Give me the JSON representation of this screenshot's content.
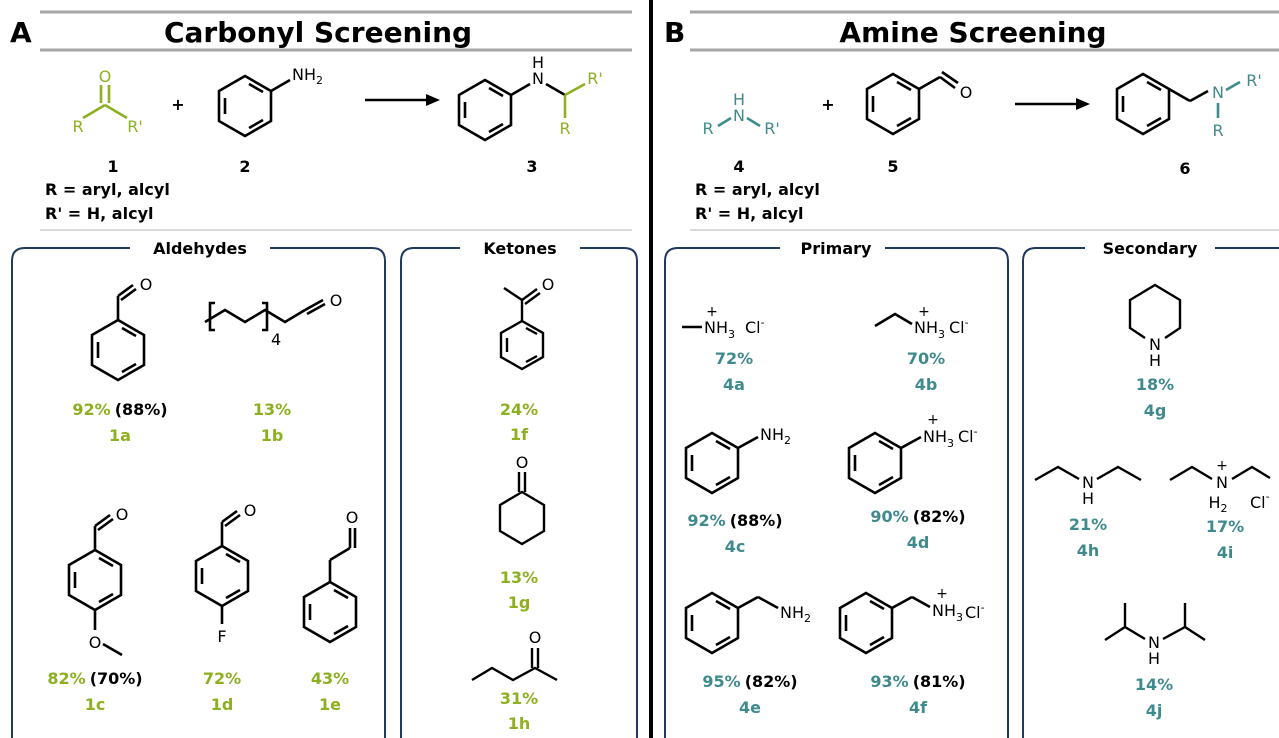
{
  "colors": {
    "green": "#8db020",
    "teal": "#3f8a8c",
    "ink": "#000000",
    "navy": "#1f3a5f",
    "rule": "#a6a6a6"
  },
  "panelA": {
    "letter": "A",
    "title": "Carbonyl Screening",
    "plus": "+",
    "compound1": "1",
    "compound2": "2",
    "compound3": "3",
    "r_def": "R = aryl, alcyl",
    "r2_def": "R' = H, alcyl",
    "aldehydes_title": "Aldehydes",
    "ketones_title": "Ketones",
    "rgroup_R": "R",
    "rgroup_R2": "R'",
    "nh2": "NH",
    "nh2_sub": "2",
    "n": "N",
    "h": "H",
    "o": "O",
    "repeat_n": "4",
    "f": "F",
    "items": {
      "1a": {
        "id": "1a",
        "y": "92%",
        "iso": "(88%)"
      },
      "1b": {
        "id": "1b",
        "y": "13%"
      },
      "1c": {
        "id": "1c",
        "y": "82%",
        "iso": "(70%)"
      },
      "1d": {
        "id": "1d",
        "y": "72%"
      },
      "1e": {
        "id": "1e",
        "y": "43%"
      },
      "1f": {
        "id": "1f",
        "y": "24%"
      },
      "1g": {
        "id": "1g",
        "y": "13%"
      },
      "1h": {
        "id": "1h",
        "y": "31%"
      }
    }
  },
  "panelB": {
    "letter": "B",
    "title": "Amine Screening",
    "plus": "+",
    "compound4": "4",
    "compound5": "5",
    "compound6": "6",
    "r_def": "R = aryl, alcyl",
    "r2_def": "R' = H, alcyl",
    "primary_title": "Primary",
    "secondary_title": "Secondary",
    "cl": "Cl",
    "minus": "-",
    "plus_sign": "+",
    "nh3": "NH",
    "sub3": "3",
    "sub2": "2",
    "h2": "H",
    "items": {
      "4a": {
        "id": "4a",
        "y": "72%"
      },
      "4b": {
        "id": "4b",
        "y": "70%"
      },
      "4c": {
        "id": "4c",
        "y": "92%",
        "iso": "(88%)"
      },
      "4d": {
        "id": "4d",
        "y": "90%",
        "iso": "(82%)"
      },
      "4e": {
        "id": "4e",
        "y": "95%",
        "iso": "(82%)"
      },
      "4f": {
        "id": "4f",
        "y": "93%",
        "iso": "(81%)"
      },
      "4g": {
        "id": "4g",
        "y": "18%"
      },
      "4h": {
        "id": "4h",
        "y": "21%"
      },
      "4i": {
        "id": "4i",
        "y": "17%"
      },
      "4j": {
        "id": "4j",
        "y": "14%"
      }
    }
  }
}
